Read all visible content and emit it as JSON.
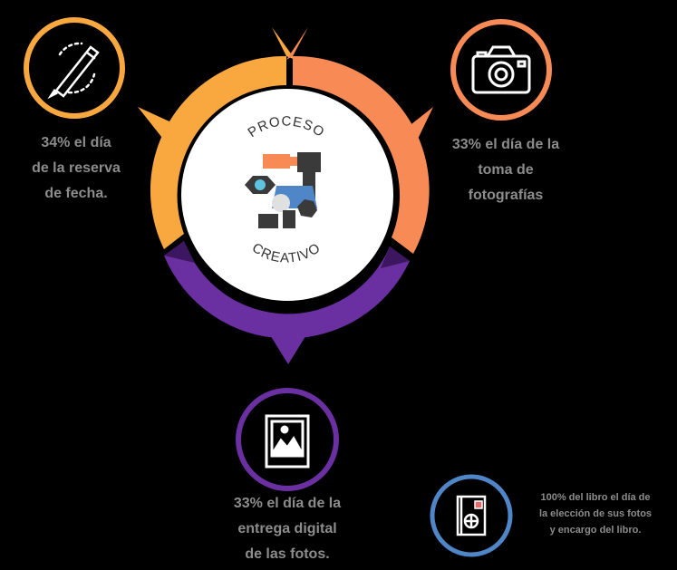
{
  "colors": {
    "background": "#000000",
    "orange": "#f9a840",
    "coral": "#f78a55",
    "purple": "#6a2fa0",
    "purple_dark": "#3d1660",
    "blue": "#4f86c8",
    "text": "#8c8c8c",
    "center": "#ffffff"
  },
  "center": {
    "top_label": "PROCESO",
    "bottom_label": "CREATIVO",
    "icon": "gears-pipes-icon"
  },
  "steps": [
    {
      "icon": "pen-icon",
      "lines": [
        "34% el día",
        "de la reserva",
        "de fecha."
      ]
    },
    {
      "icon": "camera-icon",
      "lines": [
        "33% el día de la",
        "toma de",
        "fotografías"
      ]
    },
    {
      "icon": "photo-icon",
      "lines": [
        "33% el día de la",
        "entrega digital",
        "de las fotos."
      ]
    },
    {
      "icon": "book-icon",
      "lines": [
        "100% del libro el día de",
        "la elección de sus fotos",
        "y encargo del libro."
      ]
    }
  ]
}
